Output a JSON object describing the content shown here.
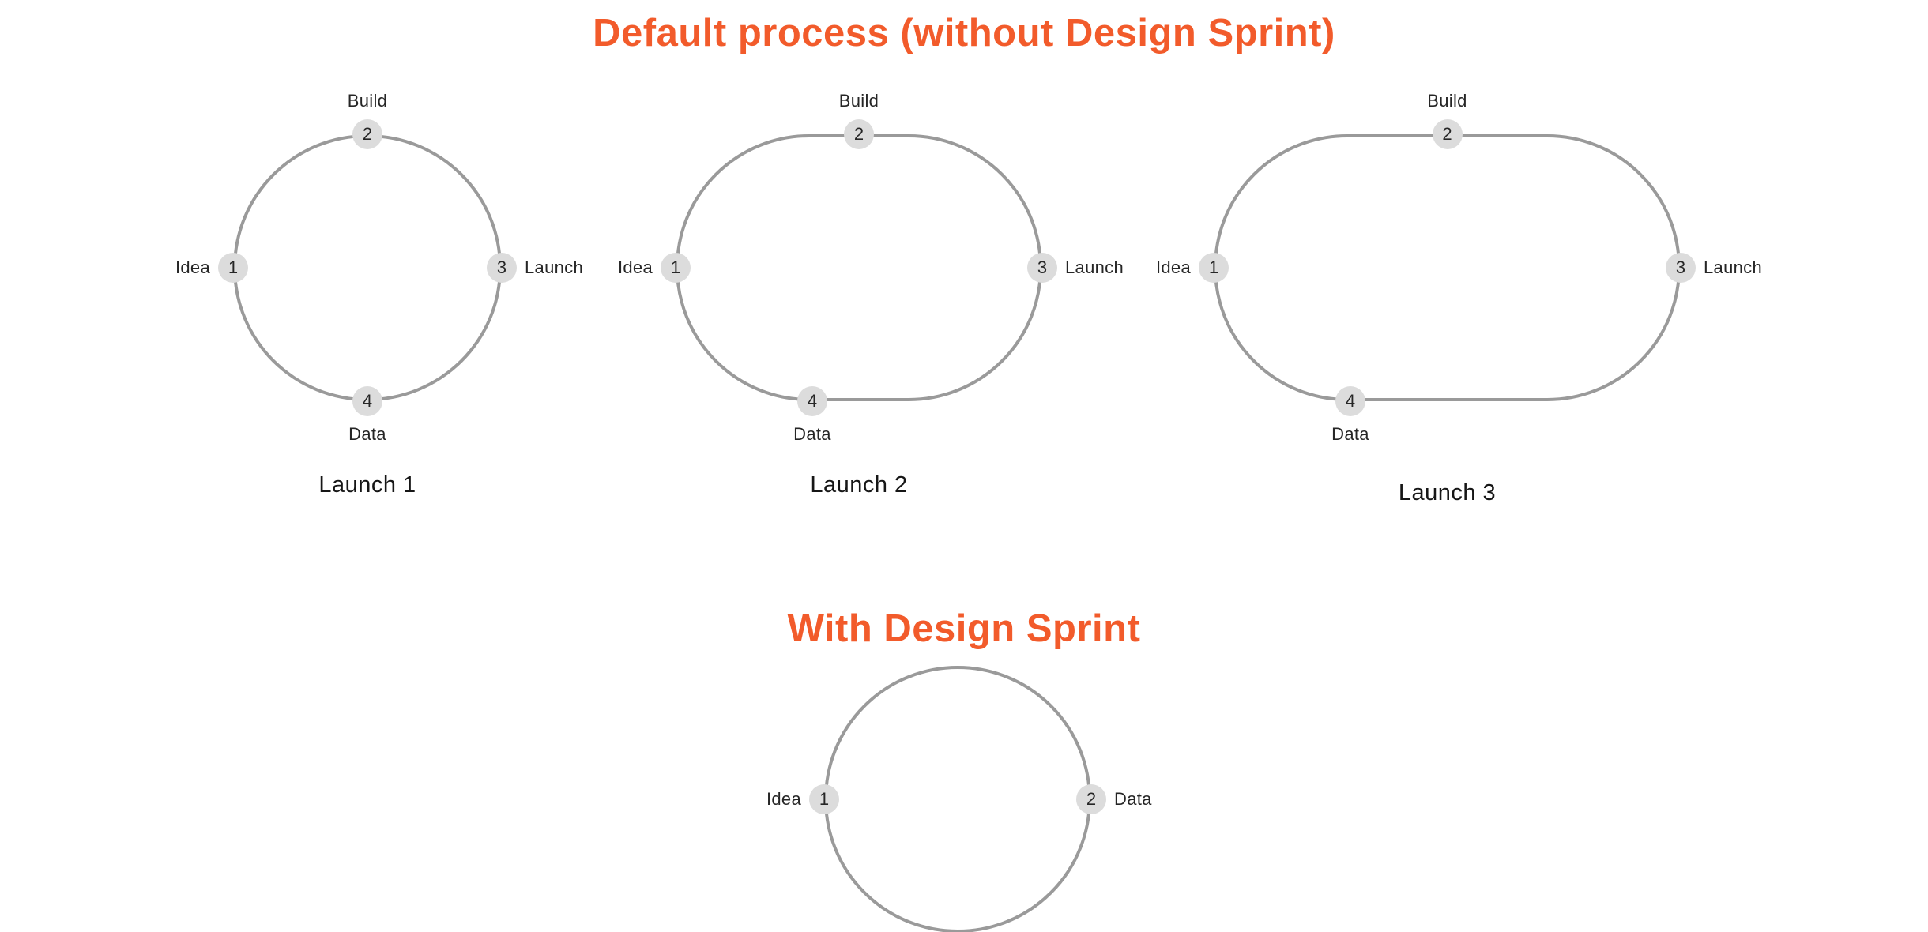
{
  "titles": {
    "main": "Default process (without Design Sprint)",
    "secondary": "With Design Sprint"
  },
  "colors": {
    "accent": "#f25b2b",
    "ring": "#9a9a9a",
    "node-fill": "#dcdcdc",
    "text-dark": "#262626",
    "bg": "#ffffff"
  },
  "loops": [
    {
      "caption": "Launch 1",
      "shape": "ellipse",
      "nodes": [
        {
          "num": "1",
          "label": "Idea",
          "side": "left"
        },
        {
          "num": "2",
          "label": "Build",
          "side": "top"
        },
        {
          "num": "3",
          "label": "Launch",
          "side": "right"
        },
        {
          "num": "4",
          "label": "Data",
          "side": "bottom"
        }
      ]
    },
    {
      "caption": "Launch 2",
      "shape": "stadium",
      "nodes": [
        {
          "num": "1",
          "label": "Idea",
          "side": "left"
        },
        {
          "num": "2",
          "label": "Build",
          "side": "top"
        },
        {
          "num": "3",
          "label": "Launch",
          "side": "right"
        },
        {
          "num": "4",
          "label": "Data",
          "side": "bottom"
        }
      ]
    },
    {
      "caption": "Launch 3",
      "shape": "stadium",
      "nodes": [
        {
          "num": "1",
          "label": "Idea",
          "side": "left"
        },
        {
          "num": "2",
          "label": "Build",
          "side": "top"
        },
        {
          "num": "3",
          "label": "Launch",
          "side": "right"
        },
        {
          "num": "4",
          "label": "Data",
          "side": "bottom"
        }
      ]
    },
    {
      "caption": "",
      "shape": "ellipse",
      "nodes": [
        {
          "num": "1",
          "label": "Idea",
          "side": "left"
        },
        {
          "num": "2",
          "label": "Data",
          "side": "right"
        }
      ]
    }
  ]
}
